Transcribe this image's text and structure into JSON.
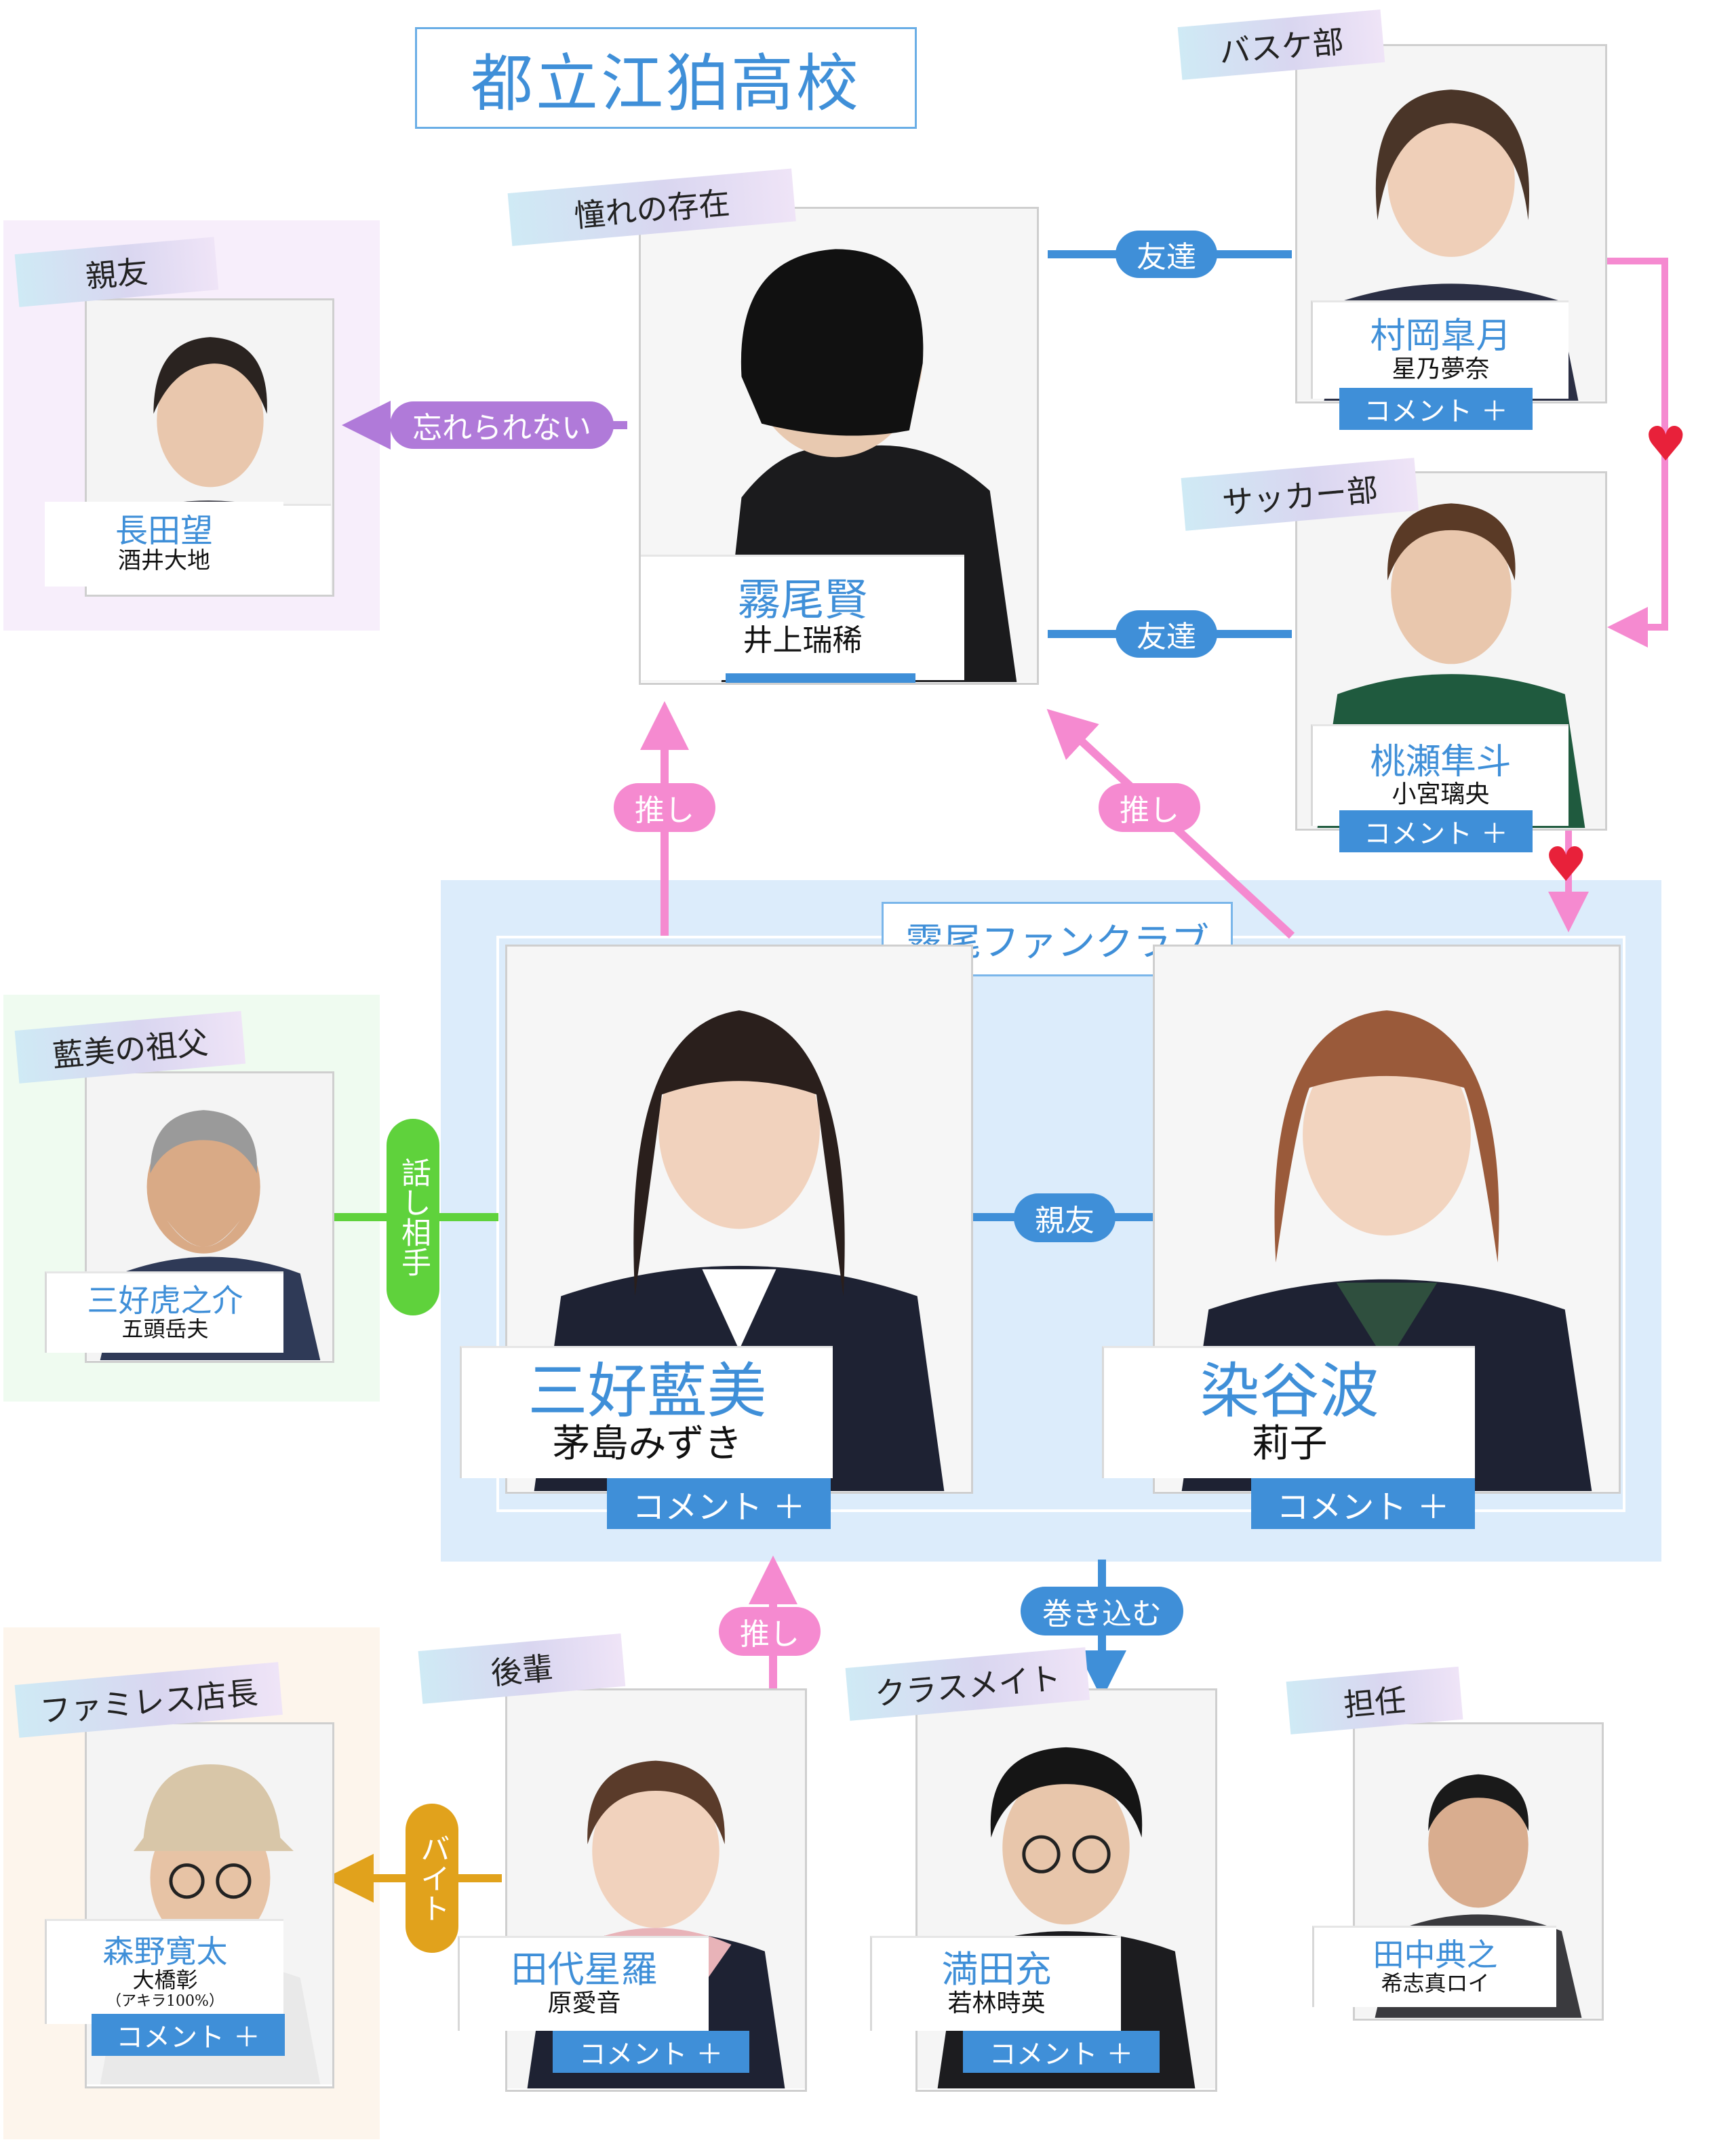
{
  "school_title": "都立江狛高校",
  "comment_label": "コメント ＋",
  "fanclub_label": "霧尾ファンクラブ",
  "colors": {
    "accent_blue": "#3f8fd8",
    "pink": "#f58ad0",
    "purple": "#b07ad9",
    "green": "#5fd23c",
    "orange": "#e1a21c",
    "fanclub_bg": "#dcecfb"
  },
  "characters": {
    "kirio": {
      "tag": "憧れの存在",
      "role": "霧尾賢",
      "actor": "井上瑞稀"
    },
    "nagata": {
      "tag": "親友",
      "role": "長田望",
      "actor": "酒井大地"
    },
    "muraoka": {
      "tag": "バスケ部",
      "role": "村岡皐月",
      "actor": "星乃夢奈"
    },
    "momose": {
      "tag": "サッカー部",
      "role": "桃瀬隼斗",
      "actor": "小宮璃央"
    },
    "miyoshi_ami": {
      "role": "三好藍美",
      "actor": "茅島みずき"
    },
    "someya": {
      "role": "染谷波",
      "actor": "莉子"
    },
    "grandpa": {
      "tag": "藍美の祖父",
      "role": "三好虎之介",
      "actor": "五頭岳夫"
    },
    "morino": {
      "tag": "ファミレス店長",
      "role": "森野寛太",
      "actor": "大橋彰",
      "actor_note": "（アキラ100%）"
    },
    "tashiro": {
      "tag": "後輩",
      "role": "田代星羅",
      "actor": "原愛音"
    },
    "mitsuta": {
      "tag": "クラスメイト",
      "role": "満田充",
      "actor": "若林時英"
    },
    "tanaka": {
      "tag": "担任",
      "role": "田中典之",
      "actor": "希志真ロイ"
    }
  },
  "relations": {
    "friend_top": "友達",
    "friend_mid": "友達",
    "cant_forget": "忘れられない",
    "oshi_left": "推し",
    "oshi_right": "推し",
    "best_friend": "親友",
    "talk_partner": "話し相手",
    "oshi_bottom": "推し",
    "involve": "巻き込む",
    "part_time": "バイト"
  }
}
